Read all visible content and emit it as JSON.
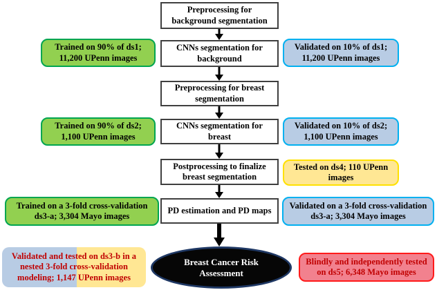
{
  "pipeline": {
    "steps": [
      {
        "label": "Preprocessing for background segmentation"
      },
      {
        "label": "CNNs segmentation for background"
      },
      {
        "label": "Preprocessing for breast segmentation"
      },
      {
        "label": "CNNs segmentation for breast"
      },
      {
        "label": "Postprocessing to finalize breast segmentation"
      },
      {
        "label": "PD estimation and PD maps"
      },
      {
        "label": "Breast Cancer Risk Assessment"
      }
    ],
    "annotations": [
      {
        "label": "Trained on 90% of ds1; 11,200 UPenn images",
        "type": "train"
      },
      {
        "label": "Validated on 10% of ds1; 11,200 UPenn images",
        "type": "validate"
      },
      {
        "label": "Trained on 90% of ds2; 1,100 UPenn images",
        "type": "train"
      },
      {
        "label": "Validated on 10% of ds2; 1,100 UPenn images",
        "type": "validate"
      },
      {
        "label": "Tested on ds4; 110 UPenn images",
        "type": "test"
      },
      {
        "label": "Trained on a 3-fold cross-validation ds3-a; 3,304 Mayo images",
        "type": "train"
      },
      {
        "label": "Validated on a 3-fold cross-validation ds3-a; 3,304 Mayo images",
        "type": "validate"
      },
      {
        "label": "Validated and tested on ds3-b in a nested 3-fold cross-validation modeling; 1,147 UPenn images",
        "type": "validated-and-tested"
      },
      {
        "label": "Blindly and independently tested on ds5; 6,348 Mayo images",
        "type": "blind-test"
      }
    ],
    "colors": {
      "train_fill": "#92d050",
      "train_border": "#00a550",
      "validate_fill": "#b8cce4",
      "validate_border": "#00b0f0",
      "test_fill": "#ffe794",
      "test_border": "#ffe100",
      "blind_fill": "#f2818e",
      "blind_border": "#ff1a1a",
      "emphasis_text": "#c00000",
      "process_border": "#3f3f3f",
      "final_fill": "#060606",
      "final_border": "#1f3864",
      "arrow": "#000000"
    }
  }
}
